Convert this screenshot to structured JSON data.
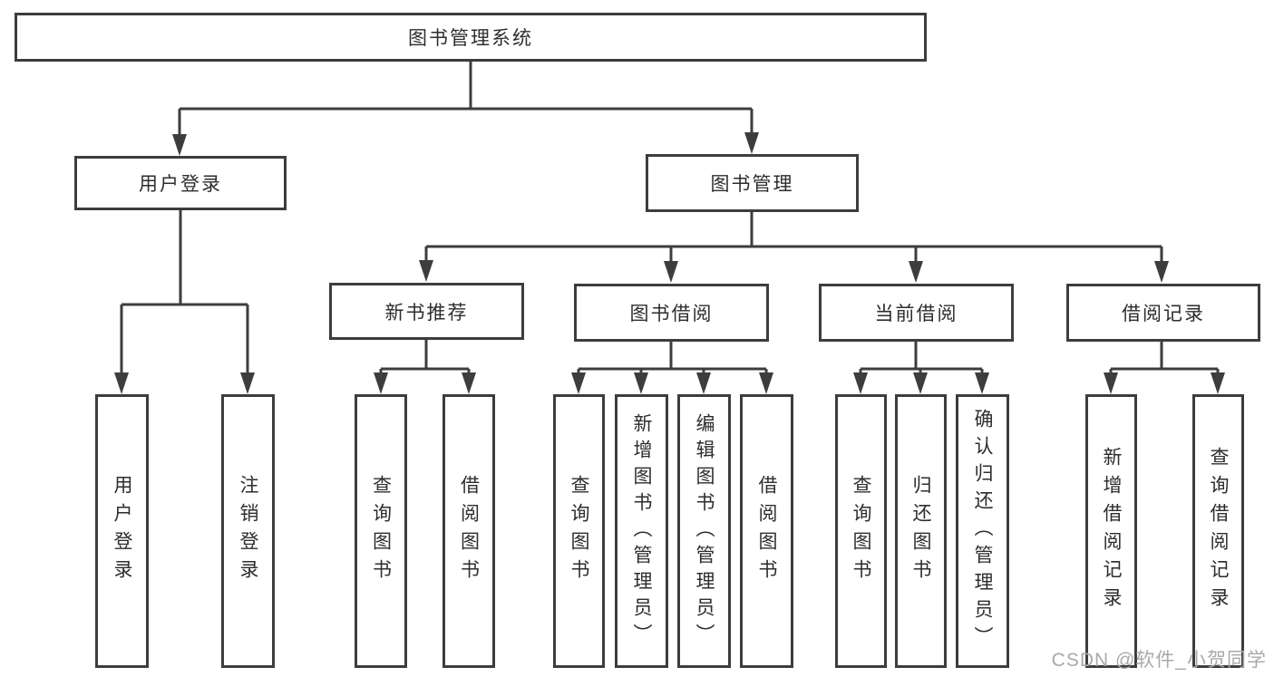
{
  "diagram": {
    "title": "图书管理系统",
    "root": {
      "label": "图书管理系统"
    },
    "level2": [
      {
        "id": "user-login",
        "label": "用户登录"
      },
      {
        "id": "book-management",
        "label": "图书管理"
      }
    ],
    "level3": [
      {
        "id": "new-book-recommend",
        "label": "新书推荐",
        "parent": "book-management"
      },
      {
        "id": "book-borrow",
        "label": "图书借阅",
        "parent": "book-management"
      },
      {
        "id": "current-borrow",
        "label": "当前借阅",
        "parent": "book-management"
      },
      {
        "id": "borrow-record",
        "label": "借阅记录",
        "parent": "book-management"
      }
    ],
    "leaves": [
      {
        "label": "用户登录",
        "parent": "user-login"
      },
      {
        "label": "注销登录",
        "parent": "user-login"
      },
      {
        "label": "查询图书",
        "parent": "new-book-recommend"
      },
      {
        "label": "借阅图书",
        "parent": "new-book-recommend"
      },
      {
        "label": "查询图书",
        "parent": "book-borrow"
      },
      {
        "label": "新增图书（管理员）",
        "parent": "book-borrow"
      },
      {
        "label": "编辑图书（管理员）",
        "parent": "book-borrow"
      },
      {
        "label": "借阅图书",
        "parent": "book-borrow"
      },
      {
        "label": "查询图书",
        "parent": "current-borrow"
      },
      {
        "label": "归还图书",
        "parent": "current-borrow"
      },
      {
        "label": "确认归还（管理员）",
        "parent": "current-borrow"
      },
      {
        "label": "新增借阅记录",
        "parent": "borrow-record"
      },
      {
        "label": "查询借阅记录",
        "parent": "borrow-record"
      }
    ]
  },
  "watermark": "CSDN @软件_小贺同学",
  "colors": {
    "line": "#3d3d3d",
    "text": "#2d2d2d",
    "background": "#ffffff",
    "watermark": "#a9a9a9"
  }
}
